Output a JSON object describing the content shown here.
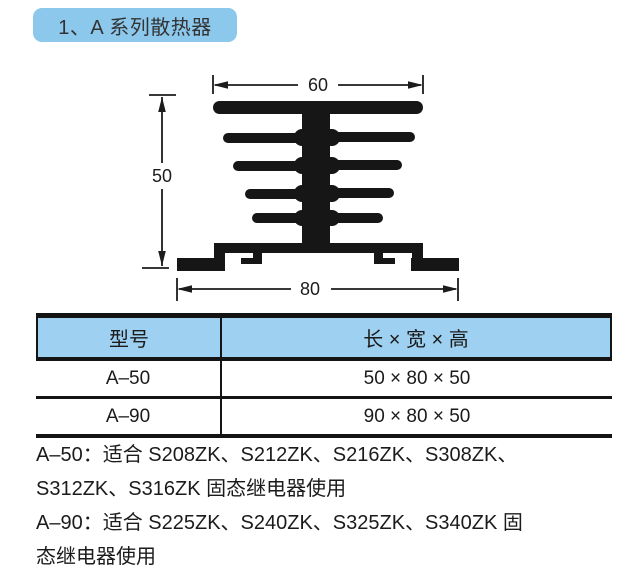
{
  "title": {
    "text": "1、A 系列散热器"
  },
  "diagram": {
    "dim_top": "60",
    "dim_left": "50",
    "dim_bottom": "80"
  },
  "table": {
    "headers": [
      "型号",
      "长 × 宽 × 高"
    ],
    "rows": [
      {
        "model": "A–50",
        "size": "50 × 80 × 50"
      },
      {
        "model": "A–90",
        "size": "90 × 80 × 50"
      }
    ]
  },
  "notes": {
    "lines": [
      "A–50：适合 S208ZK、S212ZK、S216ZK、S308ZK、",
      "S312ZK、S316ZK 固态继电器使用",
      "A–90：适合 S225ZK、S240ZK、S325ZK、S340ZK 固",
      "态继电器使用"
    ]
  },
  "colors": {
    "badge_bg": "#8cc8ec",
    "table_header_bg": "#9ed1f1",
    "ink": "#1c1c1c",
    "text": "#1b1b1b"
  }
}
